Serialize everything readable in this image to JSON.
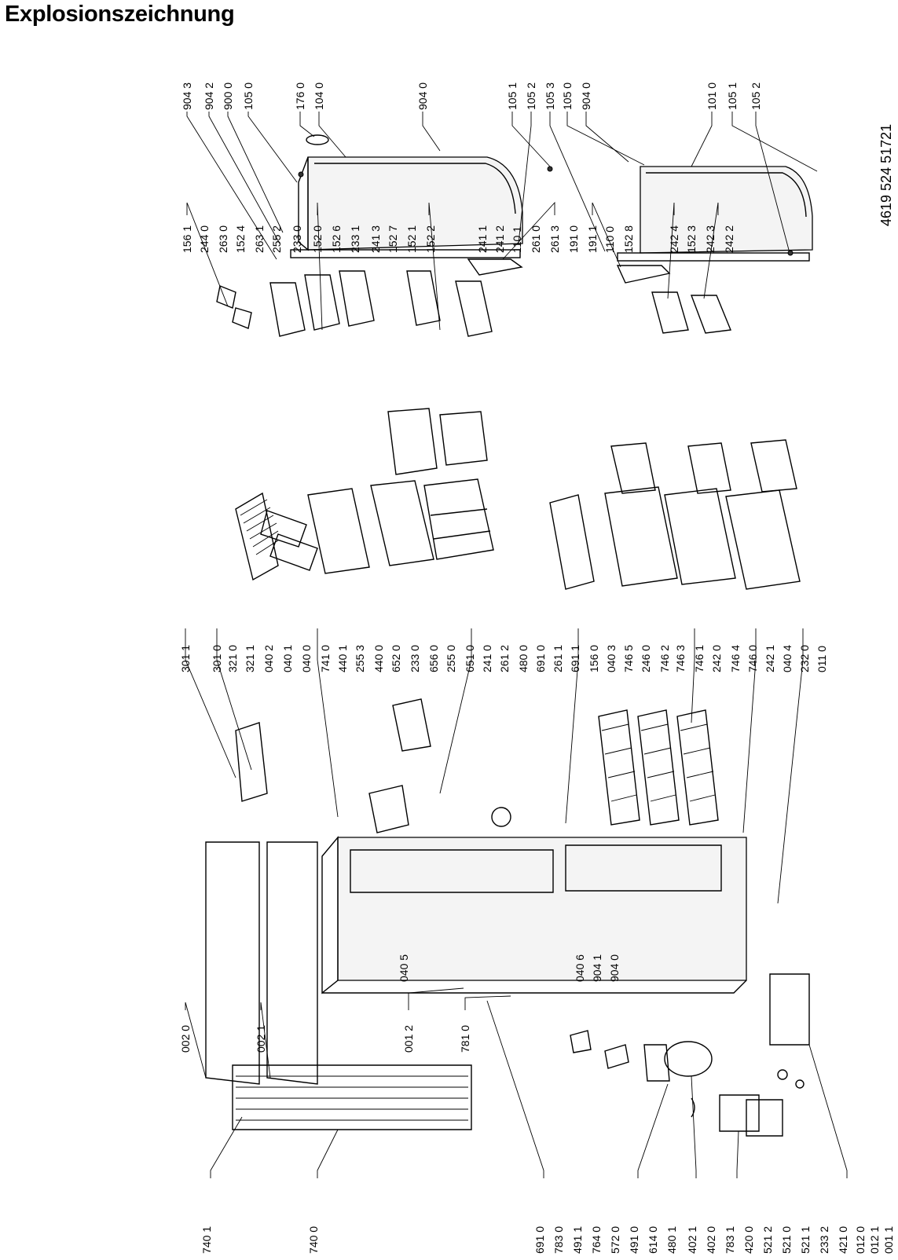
{
  "page": {
    "title": "Explosionszeichnung",
    "doc_code": "4619 524 51721"
  },
  "labels_top": [
    "904 3",
    "904 2",
    "900 0",
    "105 0",
    "176 0",
    "104 0",
    "904 0",
    "105 1",
    "105 2",
    "105 3",
    "105 0",
    "904 0",
    "101 0",
    "105 1",
    "105 2"
  ],
  "labels_middle": [
    "156 1",
    "244 0",
    "263 0",
    "152 4",
    "263 1",
    "255 2",
    "233 0",
    "152 0",
    "152 6",
    "233 1",
    "241 3",
    "152 7",
    "152 1",
    "152 2",
    "241 1",
    "241 2",
    "110 1",
    "261 0",
    "261 3",
    "191 0",
    "191 1",
    "110 0",
    "152 8",
    "242 4",
    "152 3",
    "242 3",
    "242 2"
  ],
  "labels_lower": [
    "301 1",
    "301 0",
    "321 0",
    "321 1",
    "040 2",
    "040 1",
    "040 0",
    "741 0",
    "440 1",
    "255 3",
    "440 0",
    "652 0",
    "233 0",
    "656 0",
    "255 0",
    "651 0",
    "241 0",
    "261 2",
    "480 0",
    "691 0",
    "261 1",
    "691 1",
    "156 0",
    "040 3",
    "746 5",
    "246 0",
    "746 2",
    "746 3",
    "746 1",
    "242 0",
    "746 4",
    "746 0",
    "242 1",
    "040 4",
    "232 0",
    "011 0"
  ],
  "labels_cabinet": [
    "002 0",
    "002 1",
    "001 2",
    "781 0",
    "040 5",
    "040 6",
    "904 1",
    "904 0"
  ],
  "labels_bottom": [
    "740 1",
    "740 0",
    "691 0",
    "783 0",
    "491 1",
    "764 0",
    "572 0",
    "491 0",
    "614 0",
    "480 1",
    "402 1",
    "402 0",
    "783 1",
    "420 0",
    "521 2",
    "521 0",
    "521 1",
    "233 2",
    "421 0",
    "012 0",
    "012 1",
    "001 1"
  ]
}
